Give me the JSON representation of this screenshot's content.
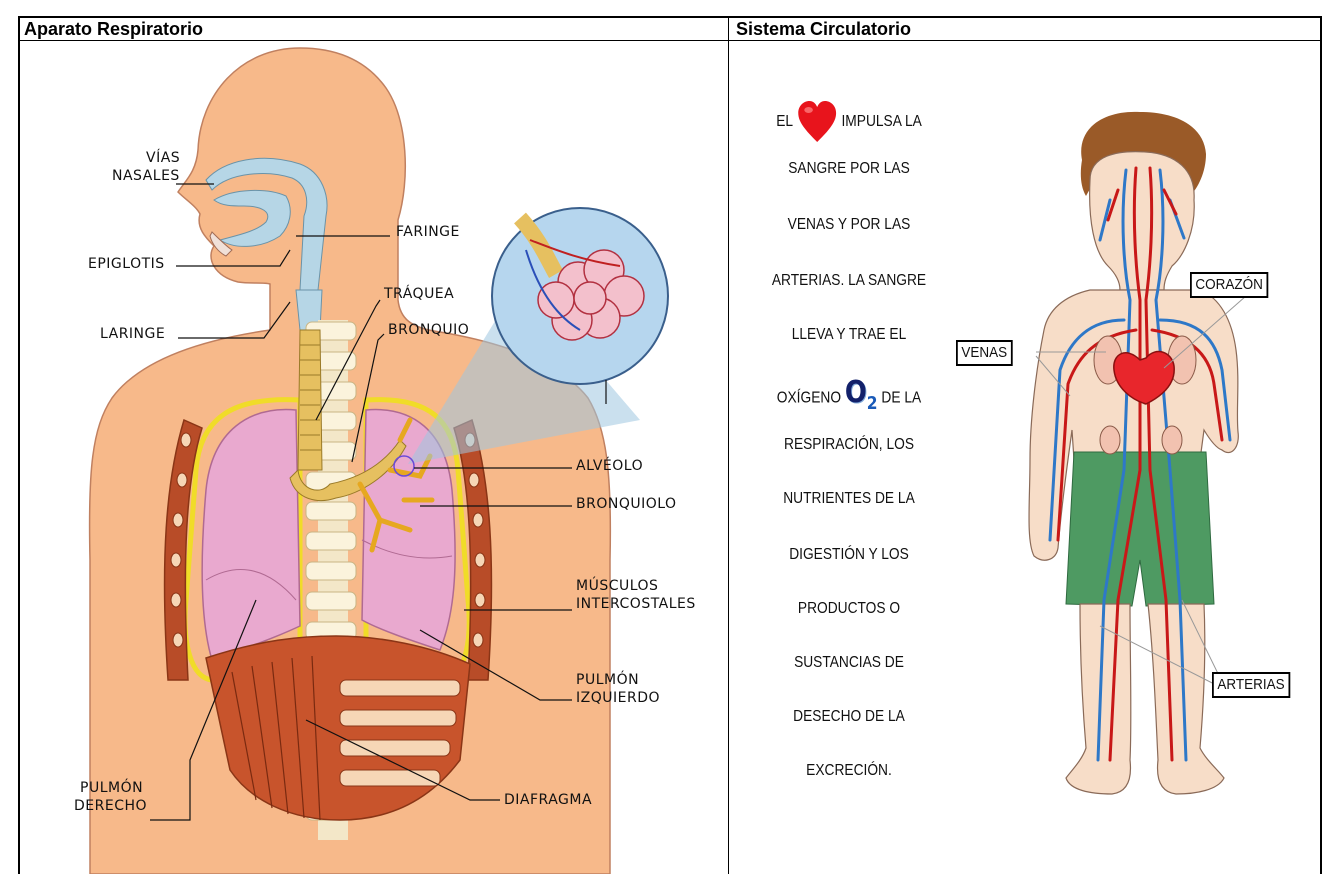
{
  "table": {
    "col1_header": "Aparato Respiratorio",
    "col2_header": "Sistema Circulatorio"
  },
  "respiratory": {
    "labels": {
      "vias": "VÍAS",
      "nasales": "NASALES",
      "faringe": "FARINGE",
      "epiglotis": "EPIGLOTIS",
      "traquea": "TRÁQUEA",
      "laringe": "LARINGE",
      "bronquio": "BRONQUIO",
      "alveolo": "ALVÉOLO",
      "bronquiolo": "BRONQUIOLO",
      "musculos": "MÚSCULOS",
      "intercostales": "INTERCOSTALES",
      "pulmon_izq_1": "PULMÓN",
      "pulmon_izq_2": "IZQUIERDO",
      "pulmon_der_1": "PULMÓN",
      "pulmon_der_2": "DERECHO",
      "diafragma": "DIAFRAGMA"
    }
  },
  "circulatory": {
    "text_lines": [
      "SANGRE POR LAS",
      "VENAS Y POR LAS",
      "ARTERIAS. LA  SANGRE",
      "LLEVA Y TRAE EL",
      "RESPIRACIÓN, LOS",
      "NUTRIENTES DE LA",
      "DIGESTIÓN Y LOS",
      "PRODUCTOS O",
      "SUSTANCIAS DE",
      "DESECHO DE LA",
      "EXCRECIÓN."
    ],
    "line1_before": "EL",
    "line1_after": "IMPULSA LA",
    "oxygen_before": "OXÍGENO",
    "oxygen_symbol": "O",
    "oxygen_subscript": "2",
    "oxygen_after": "DE LA",
    "labels": {
      "corazon": "CORAZÓN",
      "venas": "VENAS",
      "arterias": "ARTERIAS"
    }
  },
  "colors": {
    "skin": "#f7b98a",
    "airway": "#b6d6e6",
    "lung": "#e9a9cf",
    "muscle": "#c8542c",
    "heart": "#e8141c",
    "vein": "#2e78c8",
    "artery": "#c81818",
    "shorts": "#4e9a62"
  }
}
